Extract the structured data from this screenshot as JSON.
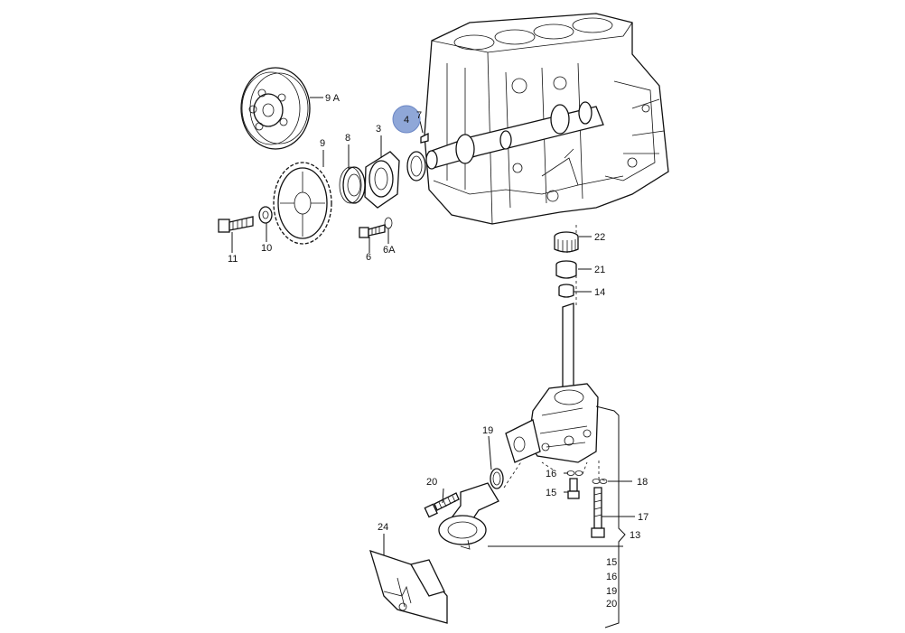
{
  "highlight": {
    "text": "4",
    "color": "#8fa7d8"
  },
  "labels": {
    "l9a": "9 A",
    "l3": "3",
    "l7": "7",
    "l8": "8",
    "l9": "9",
    "l10": "10",
    "l11": "11",
    "l6": "6",
    "l6a": "6A",
    "l22": "22",
    "l21": "21",
    "l14": "14",
    "l19": "19",
    "l16": "16",
    "l18": "18",
    "l15": "15",
    "l20": "20",
    "l17": "17",
    "l13": "13",
    "l24": "24"
  },
  "group13": [
    "15",
    "16",
    "19",
    "20"
  ]
}
